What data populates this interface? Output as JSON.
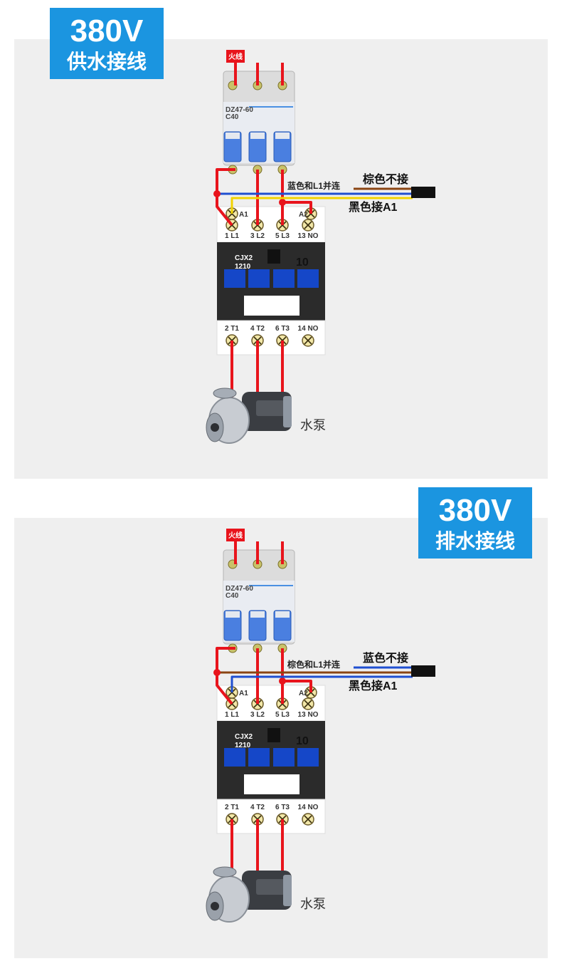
{
  "diagrams": [
    {
      "title_voltage": "380V",
      "title_label": "供水接线",
      "live_tag": "火线",
      "breaker_model": "DZ47-60",
      "breaker_rating": "C40",
      "contactor_model": "CJX2",
      "contactor_code": "1210",
      "contactor_rating": "10",
      "terminal_top": [
        "1 L1",
        "3 L2",
        "5 L3",
        "13 NO"
      ],
      "terminal_bottom": [
        "2 T1",
        "4 T2",
        "6 T3",
        "14 NO"
      ],
      "coil_a1": "A1",
      "coil_a2": "A2",
      "note_parallel": "蓝色和L1并连",
      "note_unused": "棕色不接",
      "note_a1": "黑色接A1",
      "pump_label": "水泵",
      "color_parallel_wire": "#1f4fd1",
      "color_a1_wire": "#f2d300"
    },
    {
      "title_voltage": "380V",
      "title_label": "排水接线",
      "live_tag": "火线",
      "breaker_model": "DZ47-60",
      "breaker_rating": "C40",
      "contactor_model": "CJX2",
      "contactor_code": "1210",
      "contactor_rating": "10",
      "terminal_top": [
        "1 L1",
        "3 L2",
        "5 L3",
        "13 NO"
      ],
      "terminal_bottom": [
        "2 T1",
        "4 T2",
        "6 T3",
        "14 NO"
      ],
      "coil_a1": "A1",
      "coil_a2": "A2",
      "note_parallel": "棕色和L1并连",
      "note_unused": "蓝色不接",
      "note_a1": "黑色接A1",
      "pump_label": "水泵",
      "color_parallel_wire": "#8b4513",
      "color_a1_wire": "#1f4fd1"
    }
  ],
  "colors": {
    "badge_blue": "#1b95e0",
    "live_red": "#e8141c",
    "cable_black": "#111111",
    "contactor_body": "#2b2b2b",
    "contactor_key_blue": "#1547c8",
    "breaker_blue": "#4a7fe0"
  }
}
